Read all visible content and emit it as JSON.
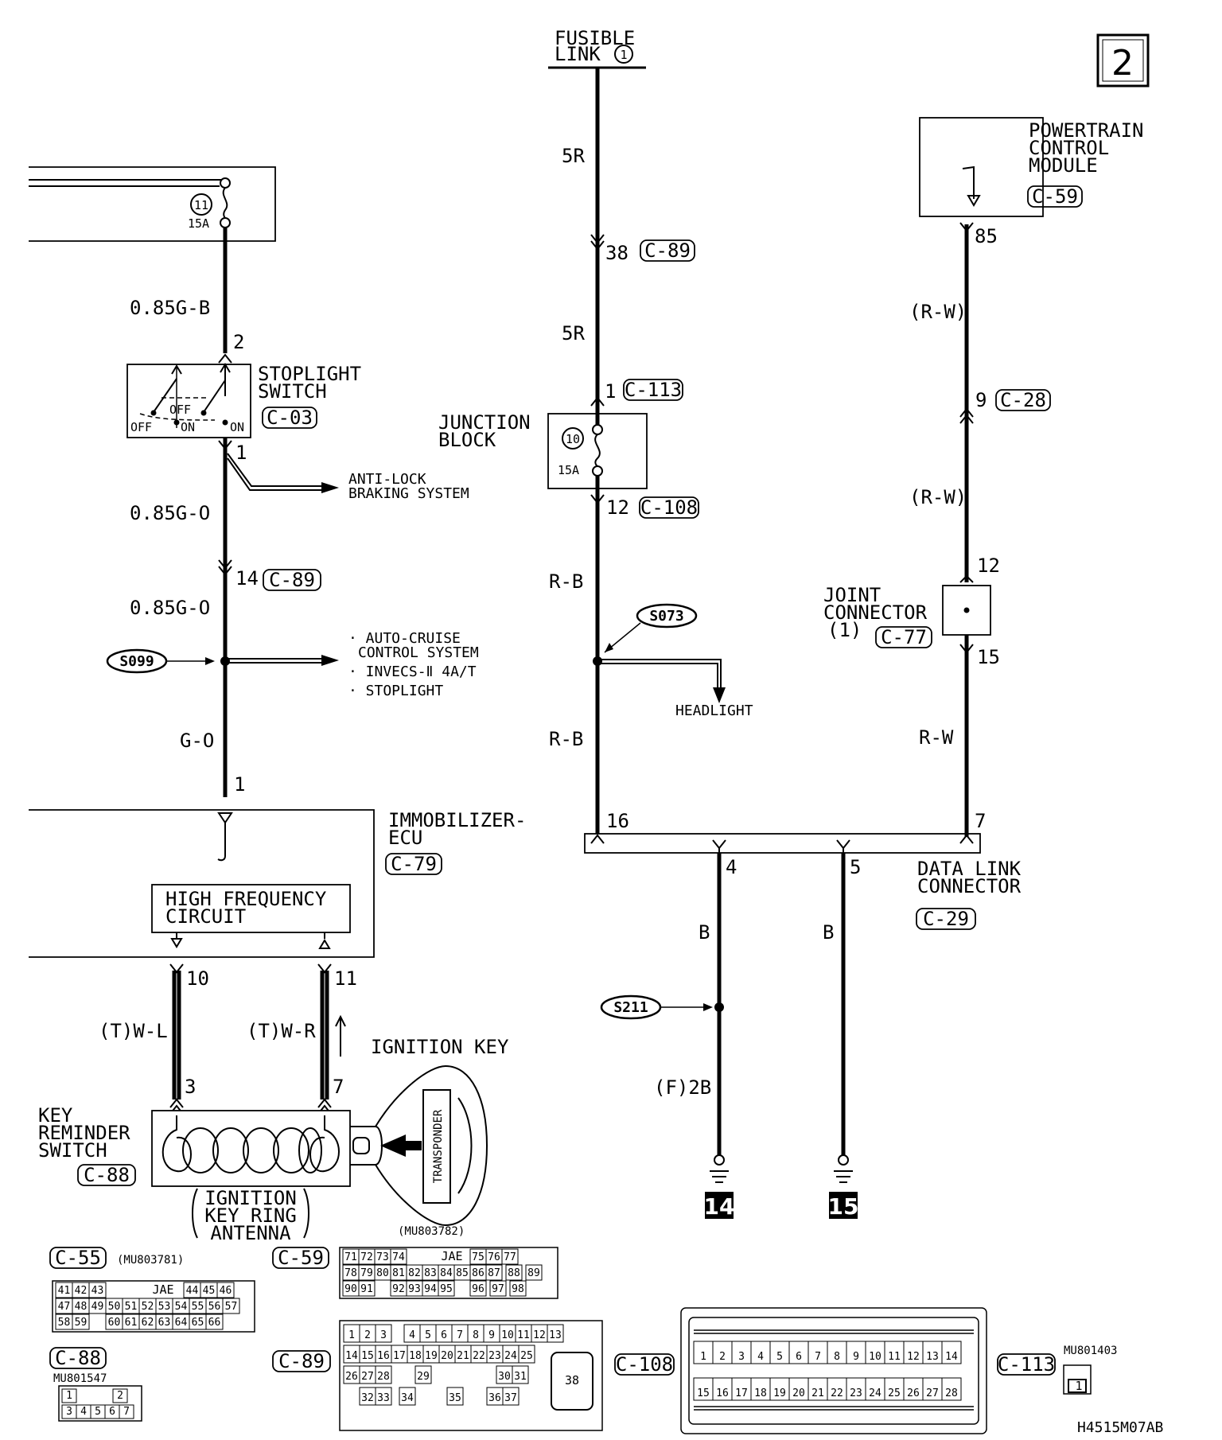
{
  "page_number": "2",
  "figure_code": "H4515M07AB",
  "fusible_link": {
    "label_1": "FUSIBLE",
    "label_2": "LINK",
    "number": "1"
  },
  "wires": {
    "stop_feed": "0.85G-B",
    "stop_out_1": "0.85G-O",
    "stop_out_2": "0.85G-O",
    "immo_feed": "G-O",
    "fl_top": "5R",
    "fl_mid": "5R",
    "jb_out_1": "R-B",
    "jb_out_2": "R-B",
    "pcm_1": "(R-W)",
    "pcm_2": "(R-W)",
    "pcm_3": "R-W",
    "dlc_4": "B",
    "dlc_5": "B",
    "dlc_4b": "(F)2B",
    "antenna_a": "(T)W-L",
    "antenna_b": "(T)W-R"
  },
  "pins": {
    "fuse11_out": "2",
    "stop_out": "1",
    "c89_14": "14",
    "immo_in": "1",
    "c89_38": "38",
    "c113_1": "1",
    "c108_12": "12",
    "dlc_16": "16",
    "dlc_7": "7",
    "dlc_4": "4",
    "dlc_5": "5",
    "pcm_85": "85",
    "c28_9": "9",
    "jc_12": "12",
    "jc_15": "15",
    "immo_10": "10",
    "immo_11": "11",
    "key_3": "3",
    "key_7": "7"
  },
  "connector_refs": {
    "c89_a": "C-89",
    "c89_b": "C-89",
    "c113": "C-113",
    "c108": "C-108",
    "c28": "C-28",
    "c77": "C-77",
    "c59": "C-59",
    "c03": "C-03",
    "c79": "C-79",
    "c29": "C-29",
    "c88": "C-88"
  },
  "fuses": {
    "f11": {
      "number": "11",
      "rating": "15A"
    },
    "f10": {
      "number": "10",
      "rating": "15A"
    }
  },
  "components": {
    "stoplight_switch": {
      "line1": "STOPLIGHT",
      "line2": "SWITCH",
      "off": "OFF",
      "off2": "OFF",
      "on": "ON",
      "on2": "ON"
    },
    "junction_block": {
      "line1": "JUNCTION",
      "line2": "BLOCK"
    },
    "pcm": {
      "line1": "POWERTRAIN",
      "line2": "CONTROL",
      "line3": "MODULE"
    },
    "joint_connector": {
      "line1": "JOINT",
      "line2": "CONNECTOR",
      "line3": "(1)"
    },
    "immobilizer": {
      "line1": "IMMOBILIZER-",
      "line2": "ECU",
      "hf1": "HIGH FREQUENCY",
      "hf2": "CIRCUIT"
    },
    "dlc": {
      "line1": "DATA LINK",
      "line2": "CONNECTOR"
    },
    "key_reminder": {
      "line1": "KEY",
      "line2": "REMINDER",
      "line3": "SWITCH"
    },
    "antenna": {
      "line1": "IGNITION",
      "line2": "KEY RING",
      "line3": "ANTENNA"
    },
    "ignition_key": "IGNITION KEY",
    "transponder": "TRANSPONDER"
  },
  "destinations": {
    "abs1": "ANTI-LOCK",
    "abs2": "BRAKING SYSTEM",
    "ac1": "· AUTO-CRUISE",
    "ac2": "CONTROL SYSTEM",
    "ac3": "· INVECS-Ⅱ 4A/T",
    "ac4": "· STOPLIGHT",
    "headlight": "HEADLIGHT"
  },
  "splices": {
    "s099": "S099",
    "s073": "S073",
    "s211": "S211"
  },
  "grounds": {
    "g14": "14",
    "g15": "15"
  },
  "connector_views": {
    "c55": {
      "ref": "C-55",
      "part": "(MU803781)",
      "maker": "JAE",
      "row1": [
        "41",
        "42",
        "43",
        "44",
        "45",
        "46"
      ],
      "row2": [
        "47",
        "48",
        "49",
        "50",
        "51",
        "52",
        "53",
        "54",
        "55",
        "56",
        "57"
      ],
      "row3": [
        "58",
        "59",
        "60",
        "61",
        "62",
        "63",
        "64",
        "65",
        "66"
      ]
    },
    "c59": {
      "ref": "C-59",
      "part": "(MU803782)",
      "maker": "JAE",
      "row1": [
        "71",
        "72",
        "73",
        "74",
        "75",
        "76",
        "77"
      ],
      "row2": [
        "78",
        "79",
        "80",
        "81",
        "82",
        "83",
        "84",
        "85",
        "86",
        "87",
        "88",
        "89"
      ],
      "row3": [
        "90",
        "91",
        "92",
        "93",
        "94",
        "95",
        "96",
        "97",
        "98"
      ]
    },
    "c88": {
      "ref": "C-88",
      "part": "MU801547",
      "row1": [
        "1",
        "2"
      ],
      "row2": [
        "3",
        "4",
        "5",
        "6",
        "7"
      ]
    },
    "c89": {
      "ref": "C-89",
      "row1": [
        "1",
        "2",
        "3",
        "4",
        "5",
        "6",
        "7",
        "8",
        "9",
        "10",
        "11",
        "12",
        "13"
      ],
      "row2": [
        "14",
        "15",
        "16",
        "17",
        "18",
        "19",
        "20",
        "21",
        "22",
        "23",
        "24",
        "25"
      ],
      "row3": [
        "26",
        "27",
        "28",
        "29",
        "30",
        "31"
      ],
      "row4": [
        "32",
        "33",
        "34",
        "35",
        "36",
        "37"
      ],
      "big": "38"
    },
    "c108": {
      "ref": "C-108",
      "row1": [
        "1",
        "2",
        "3",
        "4",
        "5",
        "6",
        "7",
        "8",
        "9",
        "10",
        "11",
        "12",
        "13",
        "14"
      ],
      "row2": [
        "15",
        "16",
        "17",
        "18",
        "19",
        "20",
        "21",
        "22",
        "23",
        "24",
        "25",
        "26",
        "27",
        "28"
      ]
    },
    "c113": {
      "ref": "C-113",
      "part": "MU801403",
      "pin": "1"
    }
  }
}
